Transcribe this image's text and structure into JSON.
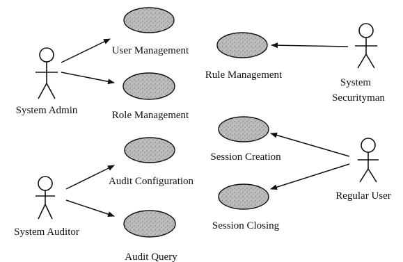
{
  "diagram": {
    "actors": {
      "system_admin": "System Admin",
      "system_securityman": [
        "System",
        "Securityman"
      ],
      "system_auditor": "System Auditor",
      "regular_user": "Regular User"
    },
    "use_cases": {
      "user_management": "User Management",
      "role_management": "Role Management",
      "rule_management": "Rule Management",
      "session_creation": "Session Creation",
      "session_closing": "Session Closing",
      "audit_configuration": "Audit Configuration",
      "audit_query": "Audit Query"
    },
    "colors": {
      "stroke": "#111111",
      "ellipse_fill": "#bdbdbd",
      "ellipse_speckle": "#8a8a8a",
      "background": "#ffffff"
    }
  }
}
